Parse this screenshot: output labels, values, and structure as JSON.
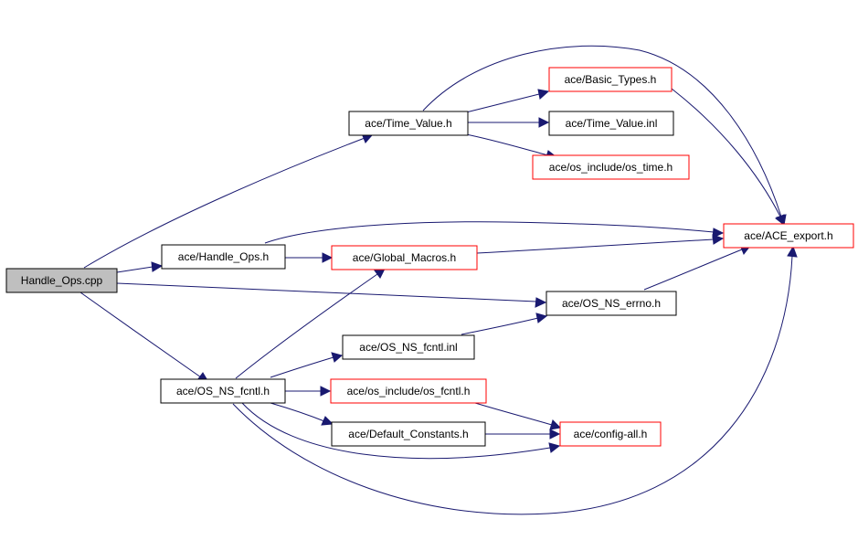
{
  "graph": {
    "colors": {
      "edge": "#191970",
      "root_fill": "#bfbfbf",
      "root_border": "#000000",
      "node_fill": "#ffffff",
      "normal_border": "#000000",
      "truncated_border": "#ff0000"
    },
    "nodes": {
      "handle_ops_cpp": "Handle_Ops.cpp",
      "time_value_h": "ace/Time_Value.h",
      "basic_types_h": "ace/Basic_Types.h",
      "time_value_inl": "ace/Time_Value.inl",
      "os_time_h": "ace/os_include/os_time.h",
      "ace_export_h": "ace/ACE_export.h",
      "handle_ops_h": "ace/Handle_Ops.h",
      "global_macros_h": "ace/Global_Macros.h",
      "os_ns_errno_h": "ace/OS_NS_errno.h",
      "os_ns_fcntl_inl": "ace/OS_NS_fcntl.inl",
      "os_ns_fcntl_h": "ace/OS_NS_fcntl.h",
      "os_fcntl_h": "ace/os_include/os_fcntl.h",
      "default_constants_h": "ace/Default_Constants.h",
      "config_all_h": "ace/config-all.h"
    }
  }
}
